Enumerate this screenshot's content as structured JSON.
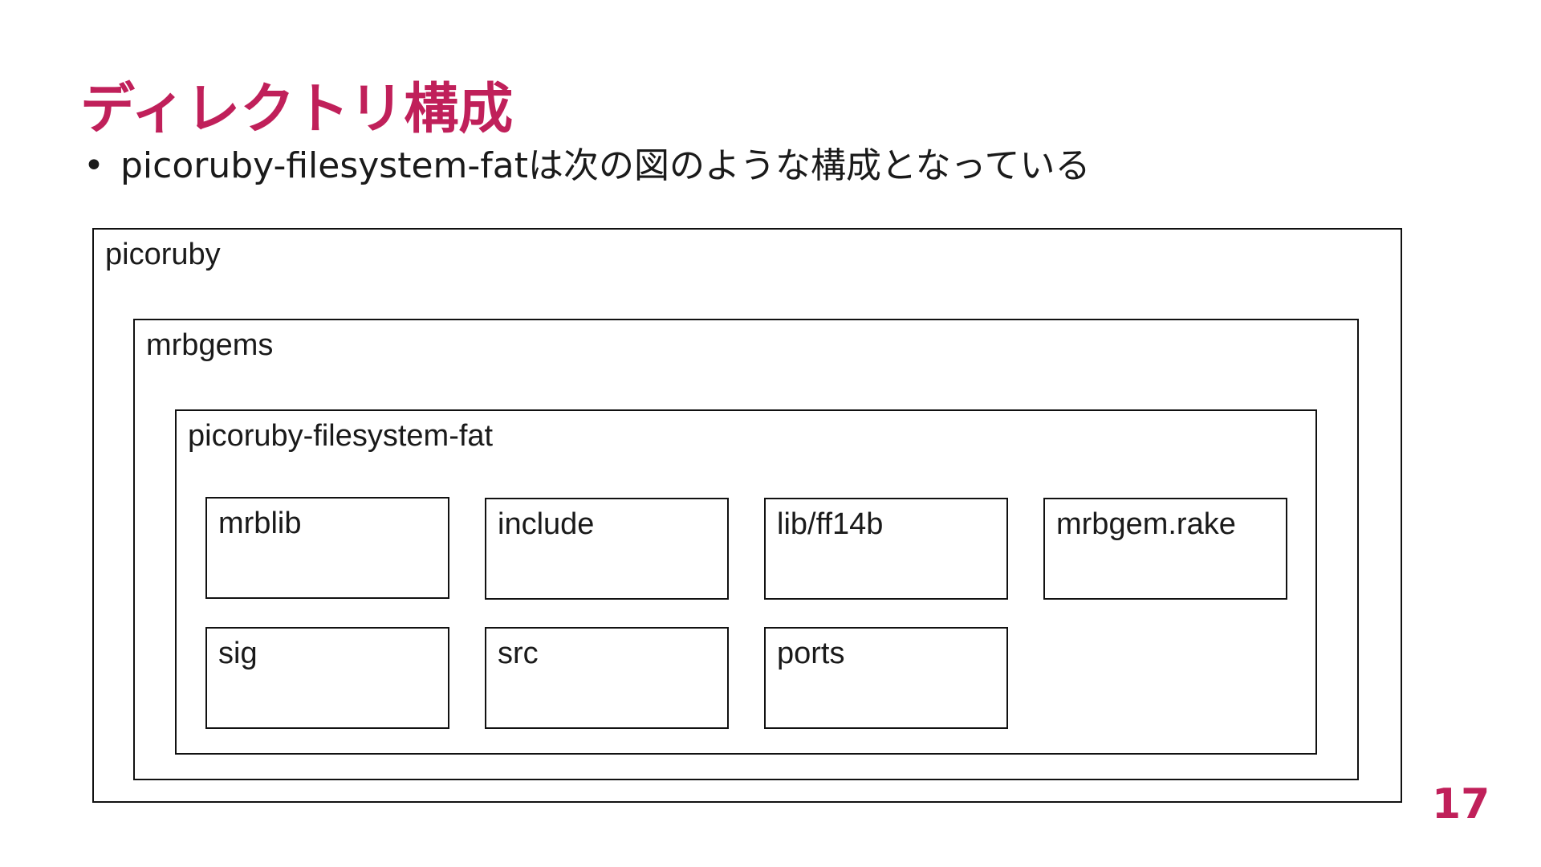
{
  "slide": {
    "title": "ディレクトリ構成",
    "bullets": [
      "picoruby-filesystem-fatは次の図のような構成となっている"
    ],
    "page_number": "17",
    "accent_color": "#c0205a"
  },
  "diagram": {
    "root": "picoruby",
    "level1": "mrbgems",
    "level2": "picoruby-filesystem-fat",
    "children": [
      "mrblib",
      "include",
      "lib/ff14b",
      "mrbgem.rake",
      "sig",
      "src",
      "ports"
    ]
  }
}
